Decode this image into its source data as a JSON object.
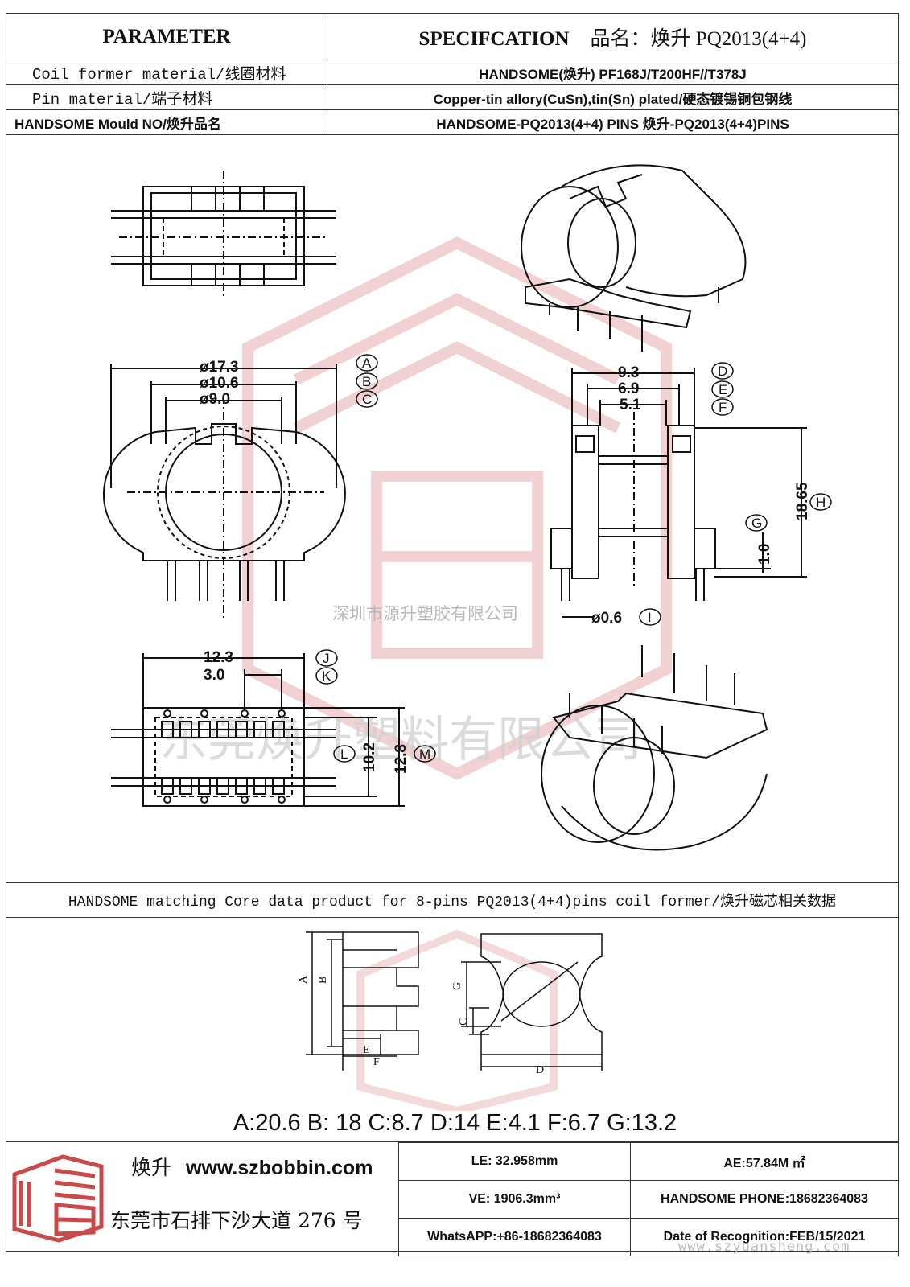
{
  "header": {
    "parameter": "PARAMETER",
    "specification": "SPECIFCATION",
    "product_name": "品名：焕升 PQ2013(4+4)"
  },
  "rows": [
    {
      "label": "Coil former material/线圈材料",
      "value": "HANDSOME(焕升)  PF168J/T200HF//T378J"
    },
    {
      "label": "Pin material/端子材料",
      "value": "Copper-tin allory(CuSn),tin(Sn) plated/硬态镀锡铜包钢线"
    },
    {
      "label": "HANDSOME Mould NO/焕升品名",
      "value": "HANDSOME-PQ2013(4+4) PINS   焕升-PQ2013(4+4)PINS"
    }
  ],
  "dimensions": {
    "A": "ø17.3",
    "B": "ø10.6",
    "C": "ø9.0",
    "D": "9.3",
    "E": "6.9",
    "F": "5.1",
    "G": "1.0",
    "H": "18.65",
    "I": "ø0.6",
    "J": "12.3",
    "K": "3.0",
    "L": "10.2",
    "M": "12.8"
  },
  "watermarks": {
    "shenzhen": "深圳市源升塑胶有限公司",
    "dongguan": "东莞焕升塑料有限公司",
    "url": "www.szyuansheng.com"
  },
  "core": {
    "title": "HANDSOME matching Core data  product for 8-pins PQ2013(4+4)pins coil former/焕升磁芯相关数据",
    "letters": [
      "A",
      "B",
      "C",
      "D",
      "E",
      "F",
      "G"
    ],
    "values_text": "A:20.6 B: 18 C:8.7 D:14 E:4.1 F:6.7 G:13.2"
  },
  "footer": {
    "brand_cn": "焕升",
    "website": "www.szbobbin.com",
    "address": "东莞市石排下沙大道 276 号",
    "le": "LE: 32.958mm",
    "ae": "AE:57.84M ㎡",
    "ve": "VE: 1906.3mm³",
    "phone": "HANDSOME PHONE:18682364083",
    "whatsapp": "WhatsAPP:+86-18682364083",
    "date": "Date of Recognition:FEB/15/2021"
  },
  "colors": {
    "watermark": "#e8b4b4",
    "line": "#111111"
  }
}
